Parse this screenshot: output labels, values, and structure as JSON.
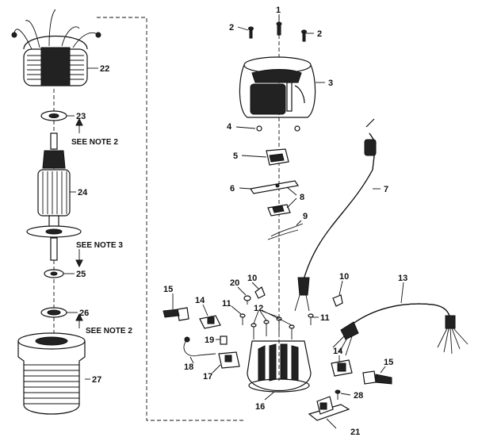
{
  "parts": [
    {
      "id": "1",
      "label": "1"
    },
    {
      "id": "2a",
      "label": "2"
    },
    {
      "id": "2b",
      "label": "2"
    },
    {
      "id": "3",
      "label": "3"
    },
    {
      "id": "4",
      "label": "4"
    },
    {
      "id": "5",
      "label": "5"
    },
    {
      "id": "6",
      "label": "6"
    },
    {
      "id": "7",
      "label": "7"
    },
    {
      "id": "8",
      "label": "8"
    },
    {
      "id": "9",
      "label": "9"
    },
    {
      "id": "10a",
      "label": "10"
    },
    {
      "id": "10b",
      "label": "10"
    },
    {
      "id": "11a",
      "label": "11"
    },
    {
      "id": "11b",
      "label": "11"
    },
    {
      "id": "12",
      "label": "12"
    },
    {
      "id": "13",
      "label": "13"
    },
    {
      "id": "14a",
      "label": "14"
    },
    {
      "id": "14b",
      "label": "14"
    },
    {
      "id": "15a",
      "label": "15"
    },
    {
      "id": "15b",
      "label": "15"
    },
    {
      "id": "16",
      "label": "16"
    },
    {
      "id": "17",
      "label": "17"
    },
    {
      "id": "18",
      "label": "18"
    },
    {
      "id": "19",
      "label": "19"
    },
    {
      "id": "20",
      "label": "20"
    },
    {
      "id": "21",
      "label": "21"
    },
    {
      "id": "22",
      "label": "22"
    },
    {
      "id": "23",
      "label": "23"
    },
    {
      "id": "24",
      "label": "24"
    },
    {
      "id": "25",
      "label": "25"
    },
    {
      "id": "26",
      "label": "26"
    },
    {
      "id": "27",
      "label": "27"
    },
    {
      "id": "28",
      "label": "28"
    }
  ],
  "notes": {
    "note_23": "SEE NOTE 2",
    "note_25": "SEE NOTE 3",
    "note_26": "SEE NOTE 2"
  }
}
